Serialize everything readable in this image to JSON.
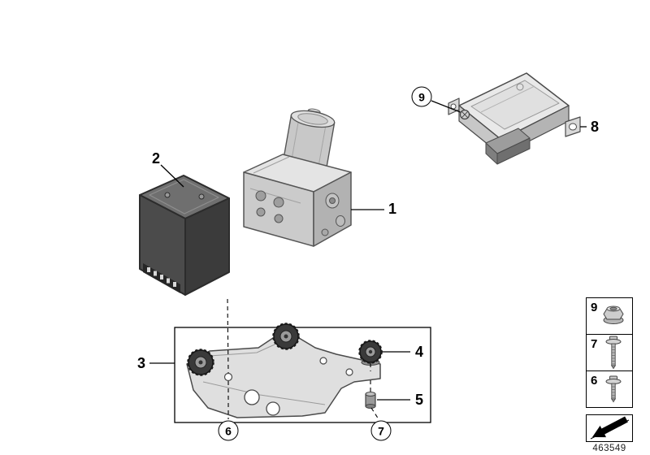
{
  "page": {
    "background_color": "#ffffff",
    "line_color": "#000000"
  },
  "diagram": {
    "doc_number": "463549",
    "callouts": {
      "1": "1",
      "2": "2",
      "3": "3",
      "4": "4",
      "5": "5",
      "6": "6",
      "7": "7",
      "8": "8",
      "9": "9"
    },
    "legend_boxes": [
      {
        "label": "9",
        "icon": "flange-nut-icon"
      },
      {
        "label": "7",
        "icon": "long-screw-icon"
      },
      {
        "label": "6",
        "icon": "short-screw-icon"
      }
    ],
    "direction_symbol": {
      "icon": "direction-arrow-icon"
    }
  }
}
